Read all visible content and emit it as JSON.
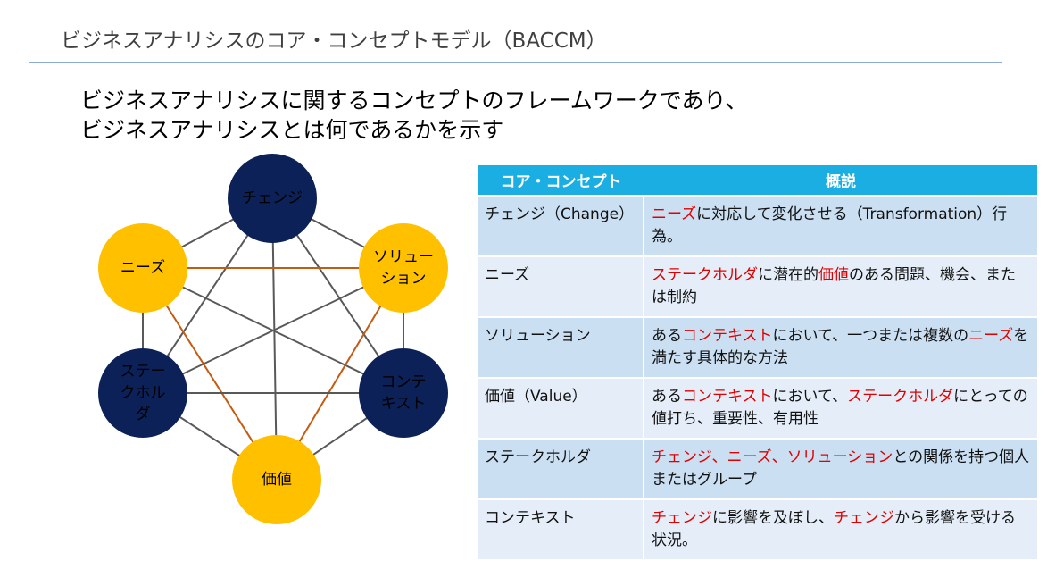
{
  "title": "ビジネスアナリシスのコア・コンセプトモデル（BACCM）",
  "subtitle": [
    "ビジネスアナリシスに関するコンセプトのフレームワークであり、",
    "ビジネスアナリシスとは何であるかを示す"
  ],
  "nodes": [
    {
      "id": "change",
      "label": "チェンジ",
      "color": "#0b2157"
    },
    {
      "id": "needs",
      "label": "ニーズ",
      "color": "#ffc000"
    },
    {
      "id": "solution",
      "label": "ソリュー\nション",
      "color": "#ffc000"
    },
    {
      "id": "stakeholder",
      "label": "ステー\nクホル\nダ",
      "color": "#0b2157"
    },
    {
      "id": "context",
      "label": "コンテ\nキスト",
      "color": "#0b2157"
    },
    {
      "id": "value",
      "label": "価値",
      "color": "#ffc000"
    }
  ],
  "colors": {
    "link": "#595959",
    "highlight_link": "#c55a11"
  },
  "table": {
    "headers": [
      "コア・コンセプト",
      "概説"
    ],
    "rows": [
      {
        "concept": "チェンジ（Change）",
        "desc": [
          [
            "ニーズ",
            1
          ],
          [
            "に対応して変化させる（Transformation）行為。",
            0
          ]
        ]
      },
      {
        "concept": "ニーズ",
        "desc": [
          [
            "ステークホルダ",
            1
          ],
          [
            "に潜在的",
            0
          ],
          [
            "価値",
            1
          ],
          [
            "のある問題、機会、または制約",
            0
          ]
        ]
      },
      {
        "concept": "ソリューション",
        "desc": [
          [
            "ある",
            0
          ],
          [
            "コンテキスト",
            1
          ],
          [
            "において、一つまたは複数の",
            0
          ],
          [
            "ニーズ",
            1
          ],
          [
            "を満たす具体的な方法",
            0
          ]
        ]
      },
      {
        "concept": "価値（Value）",
        "desc": [
          [
            "ある",
            0
          ],
          [
            "コンテキスト",
            1
          ],
          [
            "において、",
            0
          ],
          [
            "ステークホルダ",
            1
          ],
          [
            "にとっての値打ち、重要性、有用性",
            0
          ]
        ]
      },
      {
        "concept": "ステークホルダ",
        "desc": [
          [
            "チェンジ、ニーズ、ソリューション",
            1
          ],
          [
            "との関係を持つ個人またはグループ",
            0
          ]
        ]
      },
      {
        "concept": "コンテキスト",
        "desc": [
          [
            "チェンジ",
            1
          ],
          [
            "に影響を及ぼし、",
            0
          ],
          [
            "チェンジ",
            1
          ],
          [
            "から影響を受ける状況。",
            0
          ]
        ]
      }
    ]
  }
}
